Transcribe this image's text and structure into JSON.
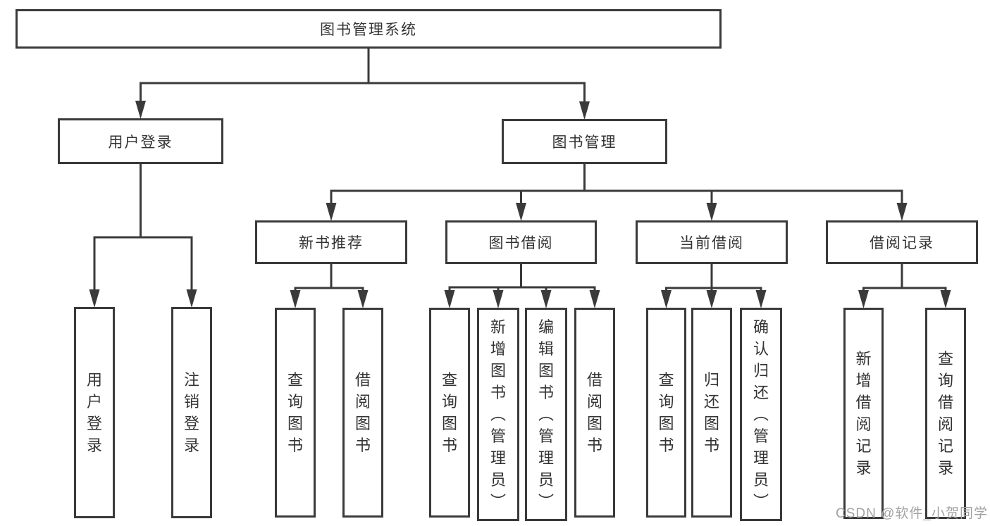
{
  "diagram": {
    "title": "图书管理系统",
    "watermark": "CSDN @软件_小贺同学",
    "colors": {
      "line": "#3a3a3a",
      "border": "#3a3a3a",
      "text": "#333333",
      "background": "#ffffff",
      "watermark": "#a2a2a2"
    },
    "nodes": [
      {
        "id": "root",
        "label": "图书管理系统",
        "orientation": "horizontal",
        "parent": null
      },
      {
        "id": "user-login",
        "label": "用户登录",
        "orientation": "horizontal",
        "parent": "root"
      },
      {
        "id": "book-mgmt",
        "label": "图书管理",
        "orientation": "horizontal",
        "parent": "root"
      },
      {
        "id": "leaf-user-login",
        "label": "用户登录",
        "orientation": "vertical",
        "parent": "user-login"
      },
      {
        "id": "leaf-logout",
        "label": "注销登录",
        "orientation": "vertical",
        "parent": "user-login"
      },
      {
        "id": "new-book",
        "label": "新书推荐",
        "orientation": "horizontal",
        "parent": "book-mgmt"
      },
      {
        "id": "book-borrow",
        "label": "图书借阅",
        "orientation": "horizontal",
        "parent": "book-mgmt"
      },
      {
        "id": "current-borrow",
        "label": "当前借阅",
        "orientation": "horizontal",
        "parent": "book-mgmt"
      },
      {
        "id": "borrow-record",
        "label": "借阅记录",
        "orientation": "horizontal",
        "parent": "book-mgmt"
      },
      {
        "id": "nb-query",
        "label": "查询图书",
        "orientation": "vertical",
        "parent": "new-book"
      },
      {
        "id": "nb-borrow",
        "label": "借阅图书",
        "orientation": "vertical",
        "parent": "new-book"
      },
      {
        "id": "bb-query",
        "label": "查询图书",
        "orientation": "vertical",
        "parent": "book-borrow"
      },
      {
        "id": "bb-add",
        "label": "新增图书（管理员）",
        "orientation": "vertical",
        "parent": "book-borrow"
      },
      {
        "id": "bb-edit",
        "label": "编辑图书（管理员）",
        "orientation": "vertical",
        "parent": "book-borrow"
      },
      {
        "id": "bb-borrow",
        "label": "借阅图书",
        "orientation": "vertical",
        "parent": "book-borrow"
      },
      {
        "id": "cb-query",
        "label": "查询图书",
        "orientation": "vertical",
        "parent": "current-borrow"
      },
      {
        "id": "cb-return",
        "label": "归还图书",
        "orientation": "vertical",
        "parent": "current-borrow"
      },
      {
        "id": "cb-confirm",
        "label": "确认归还（管理员）",
        "orientation": "vertical",
        "parent": "current-borrow"
      },
      {
        "id": "br-add",
        "label": "新增借阅记录",
        "orientation": "vertical",
        "parent": "borrow-record"
      },
      {
        "id": "br-query",
        "label": "查询借阅记录",
        "orientation": "vertical",
        "parent": "borrow-record"
      }
    ]
  }
}
